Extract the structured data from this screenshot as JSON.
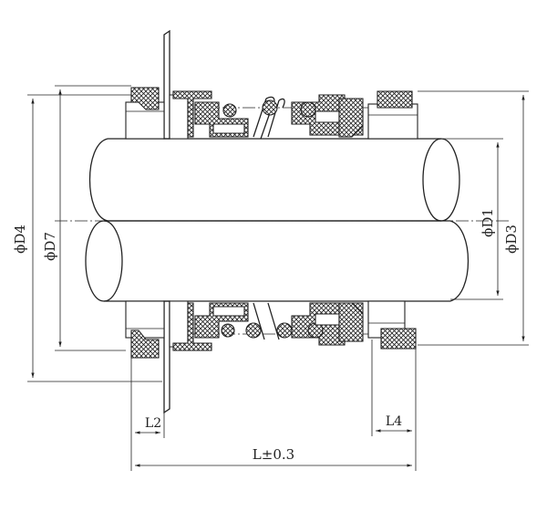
{
  "labels": {
    "d4": "ϕD4",
    "d7": "ϕD7",
    "d1": "ϕD1",
    "d3": "ϕD3",
    "l2": "L2",
    "l4": "L4",
    "l": "L±0.3"
  }
}
